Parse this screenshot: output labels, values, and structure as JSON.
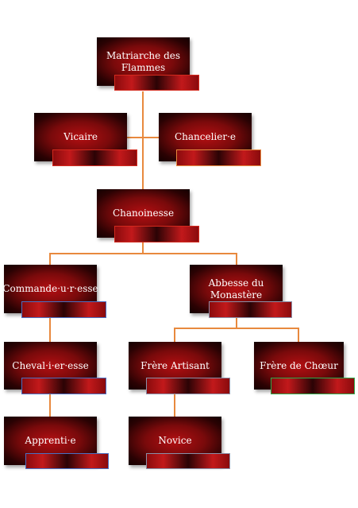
{
  "colors": {
    "connector": "#e8893e",
    "box_center": "#b30f12",
    "box_edge": "#140000",
    "text": "#ffffff"
  },
  "nodes": [
    {
      "id": "matriarche",
      "label": "Matriarche des Flammes",
      "bar_color": "#d42a1e"
    },
    {
      "id": "vicaire",
      "label": "Vicaire",
      "bar_color": "#d42a1e"
    },
    {
      "id": "chancelier",
      "label": "Chancelier·e",
      "bar_color": "#e8893e"
    },
    {
      "id": "chanoinesse",
      "label": "Chanoinesse",
      "bar_color": "#d42a1e"
    },
    {
      "id": "commande",
      "label": "Commande·u·r·esse",
      "bar_color": "#4a6fc2"
    },
    {
      "id": "abbesse",
      "label": "Abbesse du Monastère",
      "bar_color": "#8a8fa8"
    },
    {
      "id": "chevalier",
      "label": "Cheval·i·er·esse",
      "bar_color": "#4a6fc2"
    },
    {
      "id": "frere-artisant",
      "label": "Frère Artisant",
      "bar_color": "#8a8fa8"
    },
    {
      "id": "frere-choeur",
      "label": "Frère de Chœur",
      "bar_color": "#2da84a"
    },
    {
      "id": "apprenti",
      "label": "Apprenti·e",
      "bar_color": "#4a6fc2"
    },
    {
      "id": "novice",
      "label": "Novice",
      "bar_color": "#8a8fa8"
    }
  ]
}
